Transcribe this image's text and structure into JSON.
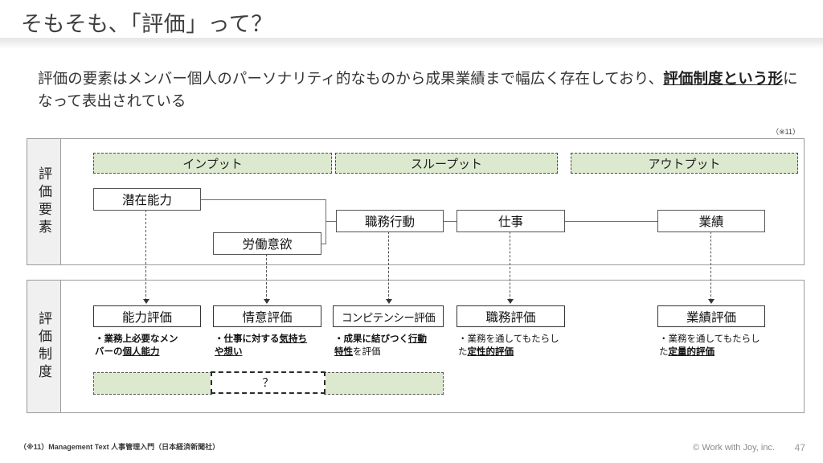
{
  "slide": {
    "title": "そもそも、「評価」って？",
    "lead_part1": "評価の要素はメンバー個人のパーソナリティ的なものから成果業績まで幅広く存在しており、",
    "lead_emphasis": "評価制度という形",
    "lead_part2": "になって表出されている",
    "note_ref": "（※11）"
  },
  "diagram": {
    "row_labels": {
      "elements": "評価要素",
      "system": "評価制度"
    },
    "stages": [
      {
        "label": "インプット"
      },
      {
        "label": "スループット"
      },
      {
        "label": "アウトプット"
      }
    ],
    "element_nodes": [
      {
        "label": "潜在能力"
      },
      {
        "label": "労働意欲"
      },
      {
        "label": "職務行動"
      },
      {
        "label": "仕事"
      },
      {
        "label": "業績"
      }
    ],
    "system_nodes": [
      {
        "label": "能力評価",
        "desc_prefix": "・業務上必要なメン",
        "desc_line2_plain": "バーの",
        "desc_line2_em": "個人能力",
        "desc_line2_tail": ""
      },
      {
        "label": "情意評価",
        "desc_prefix": "・仕事に対する",
        "desc_prefix_em": "気持ち",
        "desc_line2_em": "や想い",
        "desc_line2_tail": ""
      },
      {
        "label": "コンピテンシー評価",
        "desc_prefix": "・成果に結びつく",
        "desc_prefix_em": "行動",
        "desc_line2_em": "特性",
        "desc_line2_tail": "を評価"
      },
      {
        "label": "職務評価",
        "desc_prefix": "・業務を通してもたらし",
        "desc_line2_plain": "た",
        "desc_line2_em": "定性的評価",
        "desc_line2_tail": ""
      },
      {
        "label": "業績評価",
        "desc_prefix": "・業務を通してもたらし",
        "desc_line2_plain": "た",
        "desc_line2_em": "定量的評価",
        "desc_line2_tail": ""
      }
    ],
    "question_band": {
      "marker": "？"
    }
  },
  "footer": {
    "source": "（※11）Management Text 人事管理入門（日本経済新聞社）",
    "copyright": "© Work with Joy, inc.",
    "page": "47"
  },
  "colors": {
    "band_green": "#dce9cf",
    "label_gray": "#f0f0f0",
    "border": "#9a9a9a"
  }
}
